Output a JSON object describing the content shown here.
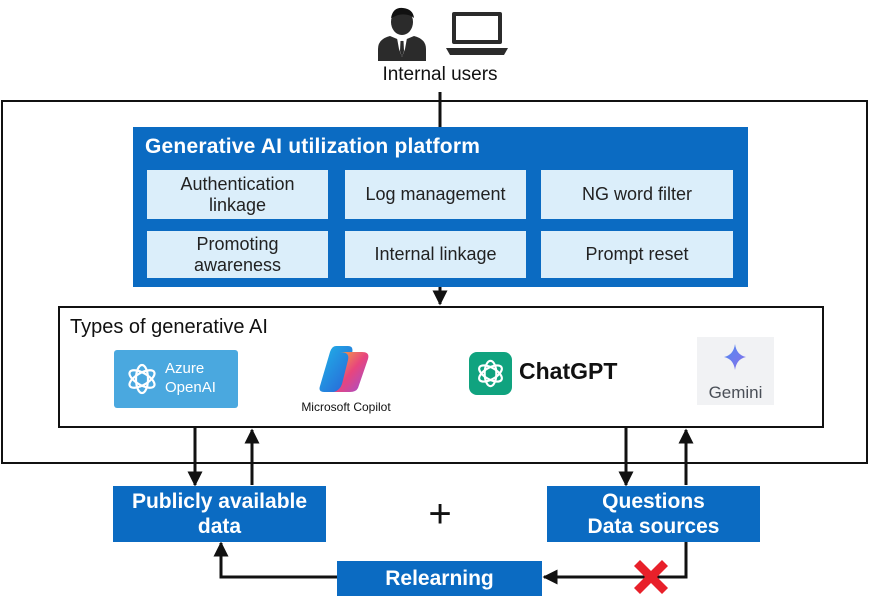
{
  "users": {
    "label": "Internal users",
    "icons": [
      "person-icon",
      "laptop-icon"
    ]
  },
  "platform": {
    "title": "Generative AI utilization platform",
    "features": [
      "Authentication linkage",
      "Log management",
      "NG word filter",
      "Promoting awareness",
      "Internal linkage",
      "Prompt reset"
    ]
  },
  "ai_types": {
    "title": "Types of generative AI",
    "azure": "Azure OpenAI",
    "copilot": "Microsoft Copilot",
    "chatgpt": "ChatGPT",
    "gemini": "Gemini"
  },
  "data_boxes": {
    "public": "Publicly available data",
    "questions_line1": "Questions",
    "questions_line2": "Data sources",
    "plus": "+",
    "relearning": "Relearning"
  },
  "colors": {
    "platform_blue": "#0b6bc2",
    "feature_light": "#dbeefa",
    "blocked_red": "#e8202a"
  },
  "icons": {
    "blocked": "red-x-icon"
  }
}
